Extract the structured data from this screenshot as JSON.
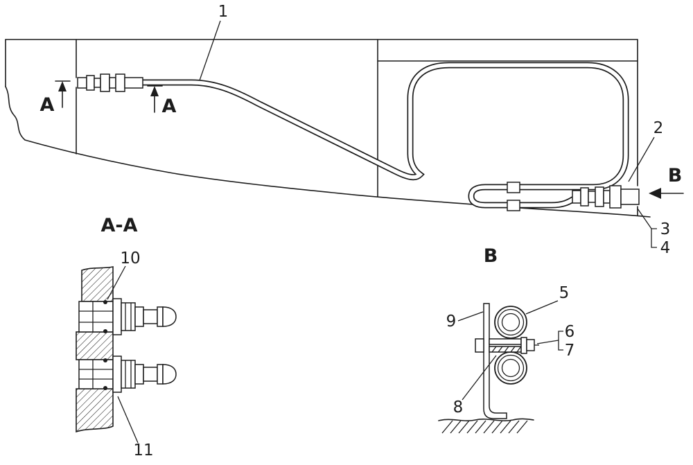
{
  "colors": {
    "line": "#1c1c1c",
    "background": "#ffffff"
  },
  "labels": {
    "p1": "1",
    "p2": "2",
    "p3": "3",
    "p4": "4",
    "p5": "5",
    "p6": "6",
    "p7": "7",
    "p8": "8",
    "p9": "9",
    "p10": "10",
    "p11": "11"
  },
  "markers": {
    "section_a_left": "A",
    "section_a_right": "A",
    "view_b_arrow": "B"
  },
  "titles": {
    "section_aa": "A-A",
    "view_b": "B"
  }
}
